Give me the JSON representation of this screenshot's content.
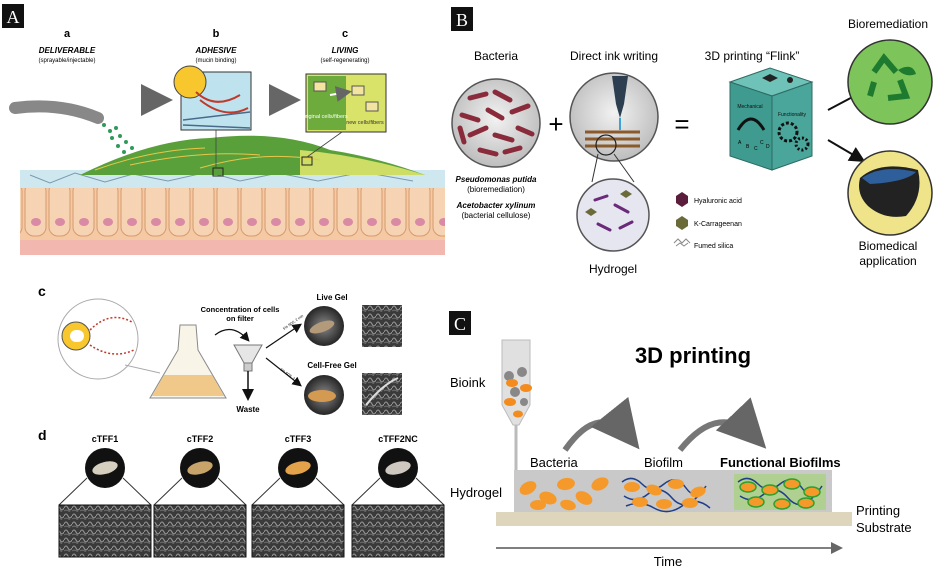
{
  "panelA": {
    "label": "A",
    "a": {
      "letter": "a",
      "title": "DELIVERABLE",
      "sub": "(sprayable/injectable)"
    },
    "b": {
      "letter": "b",
      "title": "ADHESIVE",
      "sub": "(mucin binding)"
    },
    "c": {
      "letter": "c",
      "title": "LIVING",
      "sub": "(self-regenerating)"
    },
    "inset_original": "original cells/fibers",
    "inset_new": "new cells/fibers"
  },
  "panelB": {
    "label": "B",
    "bacteria": "Bacteria",
    "diw": "Direct ink writing",
    "flink": "3D printing “Flink”",
    "bioremediation": "Bioremediation",
    "species1": "Pseudomonas putida",
    "species1_role": "(bioremediation)",
    "species2": "Acetobacter xylinum",
    "species2_role": "(bacterial cellulose)",
    "hydrogel": "Hydrogel",
    "legend": [
      "Hyaluronic acid",
      "K-Carrageenan",
      "Fumed silica"
    ],
    "biomedical": "Biomedical",
    "application": "application",
    "cube": {
      "side1": "Mechanical",
      "side2": "Functionality",
      "scale": [
        "A",
        "B",
        "C"
      ],
      "scale2": [
        "C",
        "D"
      ]
    },
    "plus": "+",
    "equals": "="
  },
  "panelC_left": {
    "label": "c",
    "concentration": "Concentration of cells",
    "on_filter": "on filter",
    "waste": "Waste",
    "live_gel": "Live Gel",
    "cell_free_gel": "Cell-Free Gel",
    "live_arrow": "5% SDS, 2 min",
    "free_arrow": "5% SDS, 2 min"
  },
  "panelD": {
    "label": "d",
    "samples": [
      "cTFF1",
      "cTFF2",
      "cTFF3",
      "cTFF2NC"
    ]
  },
  "panelC_right": {
    "label": "C",
    "title": "3D printing",
    "bioink": "Bioink",
    "hydrogel": "Hydrogel",
    "bacteria": "Bacteria",
    "biofilm": "Biofilm",
    "functional": "Functional Biofilms",
    "printing": "Printing",
    "substrate": "Substrate",
    "time": "Time"
  },
  "colors": {
    "badge": "#111111",
    "petri": "#d9d9d9",
    "bacteria_rod": "#8a2b3c",
    "cube": "#4aa59a",
    "bioremediation_circle": "#7dc45a",
    "biomedical_circle": "#efe48a",
    "tissue": "#f4c9a4",
    "tissue_base": "#f2b7ae",
    "mucus": "#cfe8f0",
    "biofilm_green": "#5aa03a",
    "orange_cell": "#f59a2a",
    "substrate": "#ddd6bd",
    "hydrogel": "#c9c9c9"
  }
}
